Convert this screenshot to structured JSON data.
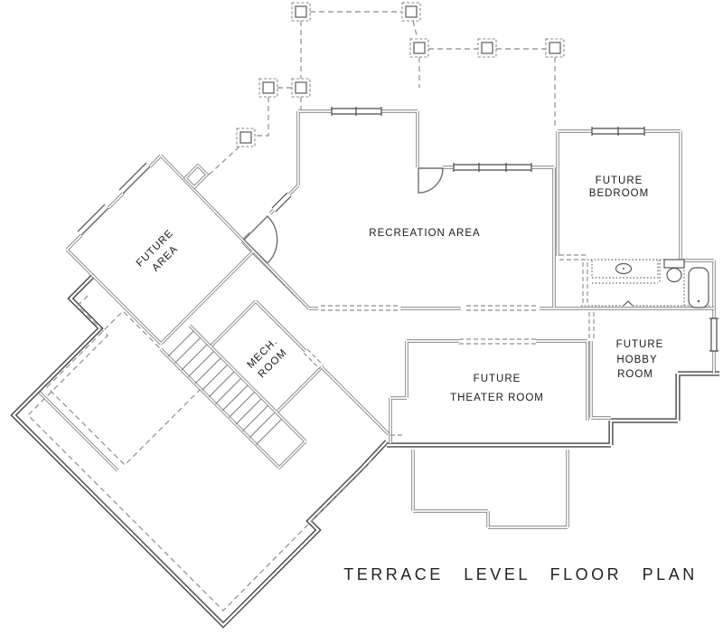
{
  "plan": {
    "title": "TERRACE  LEVEL  FLOOR  PLAN",
    "rooms": {
      "future_area": {
        "line1": "FUTURE",
        "line2": "AREA"
      },
      "mech": {
        "line1": "MECH.",
        "line2": "ROOM"
      },
      "recreation": {
        "label": "RECREATION AREA"
      },
      "bedroom": {
        "line1": "FUTURE",
        "line2": "BEDROOM"
      },
      "hobby": {
        "line1": "FUTURE",
        "line2": "HOBBY",
        "line3": "ROOM"
      },
      "theater": {
        "line1": "FUTURE",
        "line2": "THEATER ROOM"
      }
    },
    "colors": {
      "background": "#ffffff",
      "wall": "#7a7a7a",
      "heavy_wall": "#454545",
      "dashed_line": "#8a8a8a",
      "fixture": "#5a5a5a",
      "text": "#1b1b1b"
    }
  }
}
